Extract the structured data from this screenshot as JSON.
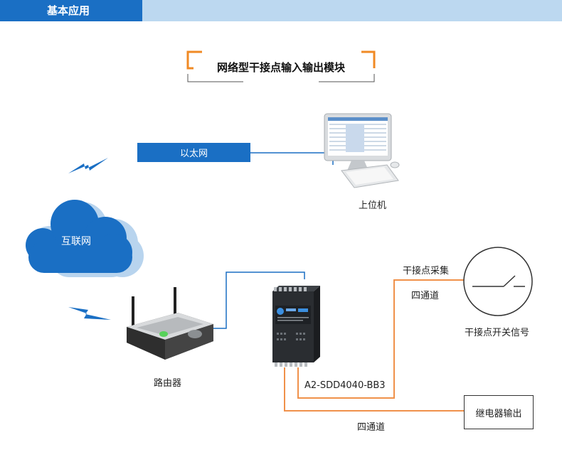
{
  "header": {
    "section_title": "基本应用"
  },
  "diagram": {
    "title": "网络型干接点输入输出模块",
    "ethernet_label": "以太网",
    "internet_label": "互联网",
    "pc_label": "上位机",
    "router_label": "路由器",
    "device_model": "A2-SDD4040-BB3",
    "dry_contact_collect": "干接点采集",
    "input_channels": "四通道",
    "switch_signal_label": "干接点开关信号",
    "relay_output_label": "继电器输出",
    "output_channels": "四通道"
  },
  "colors": {
    "brand_blue": "#1a6fc4",
    "header_light_blue": "#bcd8f0",
    "wire_blue": "#1a6fc4",
    "wire_orange": "#f0914a",
    "accent_orange": "#f08a24"
  }
}
